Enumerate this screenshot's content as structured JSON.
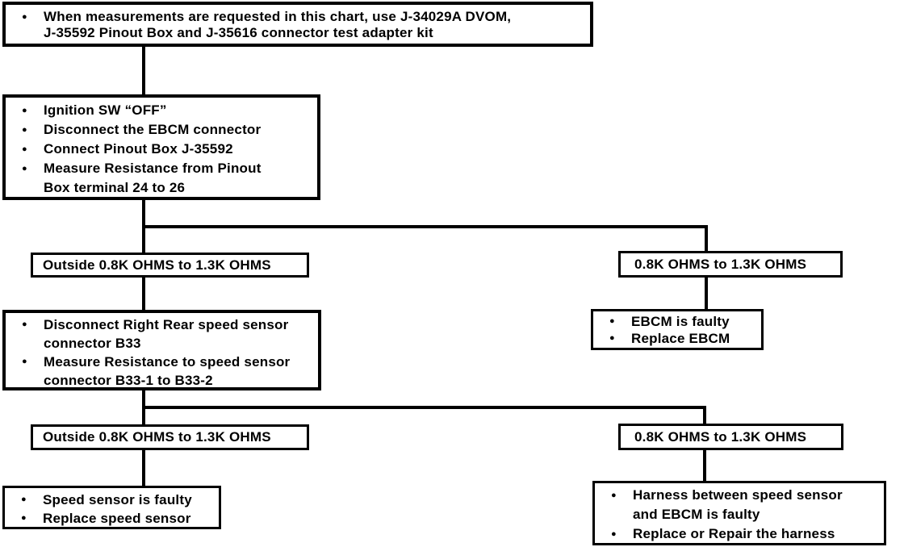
{
  "page": {
    "background": "#ffffff",
    "line_color": "#000000",
    "text_color": "#000000"
  },
  "bullet_glyph": "●",
  "nodes": {
    "instructions": {
      "bullets": [
        "When measurements are requested in this chart, use J-34029A DVOM,\nJ-35592 Pinout Box and J-35616 connector test adapter kit"
      ]
    },
    "test_steps": {
      "bullets": [
        "Ignition SW “OFF”",
        "Disconnect the EBCM connector",
        "Connect Pinout Box J-35592",
        "Measure Resistance from Pinout\nBox terminal 24 to 26"
      ]
    },
    "outside_range_1": {
      "label": "Outside 0.8K OHMS to 1.3K OHMS"
    },
    "in_range_1": {
      "label": "0.8K OHMS to 1.3K OHMS"
    },
    "sensor_steps": {
      "bullets": [
        "Disconnect Right Rear speed sensor\nconnector B33",
        "Measure Resistance to speed sensor\nconnector B33-1 to B33-2"
      ]
    },
    "ebcm_faulty": {
      "bullets": [
        "EBCM is faulty",
        "Replace EBCM"
      ]
    },
    "outside_range_2": {
      "label": "Outside 0.8K OHMS to 1.3K OHMS"
    },
    "in_range_2": {
      "label": "0.8K OHMS to 1.3K OHMS"
    },
    "sensor_faulty": {
      "bullets": [
        "Speed sensor is faulty",
        "Replace speed sensor"
      ]
    },
    "harness_faulty": {
      "bullets": [
        "Harness between speed sensor\nand EBCM is faulty",
        "Replace or Repair the harness"
      ]
    }
  }
}
